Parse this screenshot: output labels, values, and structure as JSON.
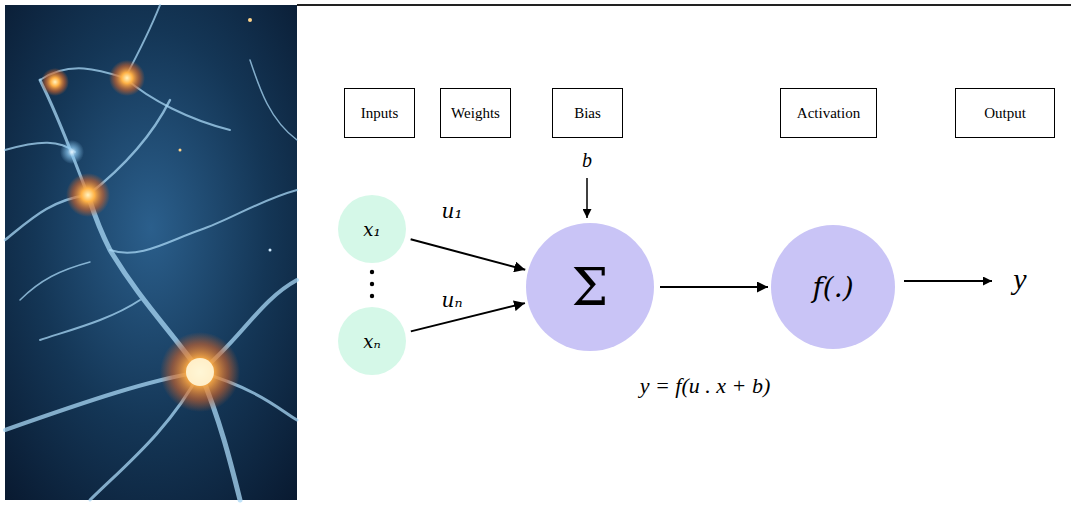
{
  "diagram": {
    "nodes": [
      {
        "text": [
          "Inputs"
        ]
      },
      {
        "text": [
          "Weights"
        ]
      },
      {
        "text": [
          "Bias"
        ]
      },
      {
        "text": [
          "Activation"
        ]
      },
      {
        "text": [
          "Output"
        ]
      },
      {
        "text": [
          "x₁"
        ]
      },
      {
        "text": [
          "xₙ"
        ]
      },
      {
        "text": [
          "Σ"
        ]
      },
      {
        "text": [
          "f(.)"
        ]
      }
    ],
    "edges": [
      {
        "from": 5,
        "to": 7,
        "label": "u₁",
        "arrow": "to"
      },
      {
        "from": 6,
        "to": 7,
        "label": "uₙ",
        "arrow": "to"
      },
      {
        "from": 7,
        "to": 8,
        "arrow": "to"
      }
    ],
    "labels": [
      "b",
      "y",
      "y = f(u . x + b)"
    ]
  }
}
